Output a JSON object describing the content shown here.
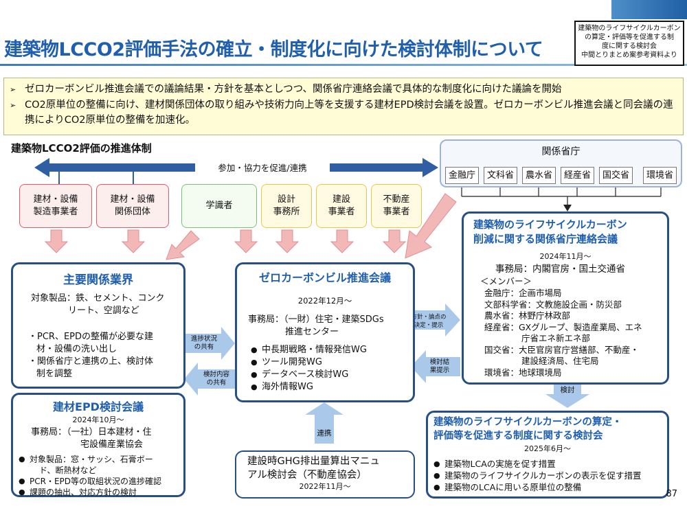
{
  "title": "建築物LCCO2評価手法の確立・制度化に向けた検討体制について",
  "note": [
    "建築物のライフサイクルカーボン",
    "の算定・評価等を促進する制",
    "度に関する検討会",
    "中間とりまとめ案参考資料より"
  ],
  "summary": [
    "ゼロカーボンビル推進会議での議論結果・方針を基本としつつ、関係省庁連絡会議で具体的な制度化に向けた議論を開始",
    "CO2原単位の整備に向け、建材関係団体の取り組みや技術力向上等を支援する建材EPD検討会議を設置。ゼロカーボンビル推進会議と同会議の連携によりCO2原単位の整備を加速化。"
  ],
  "section_title": "建築物LCCO2評価の推進体制",
  "promote_label": "参加・協力を促進/連携",
  "ministries": {
    "title": "関係省庁",
    "items": [
      "金融庁",
      "文科省",
      "農水省",
      "経産省",
      "国交省",
      "環境省"
    ]
  },
  "stakeholders": {
    "makers": [
      "建材・設備",
      "製造事業者"
    ],
    "assoc": [
      "建材・設備",
      "関係団体"
    ],
    "academia": "学識者",
    "design": [
      "設計",
      "事務所"
    ],
    "construction": [
      "建設",
      "事業者"
    ],
    "realestate": [
      "不動産",
      "事業者"
    ]
  },
  "industry": {
    "title": "主要関係業界",
    "products": [
      "対象製品：鉄、セメント、コンク",
      "リート、空調など"
    ],
    "points": [
      [
        "・PCR、EPDの整備が必要な建",
        "材・設備の洗い出し"
      ],
      [
        "・関係省庁と連携の上、検討体",
        "制を調整"
      ]
    ]
  },
  "zcb": {
    "title": "ゼロカーボンビル推進会議",
    "date": "2022年12月～",
    "office": [
      "事務局：（一財）住宅・建築SDGs",
      "推進センター"
    ],
    "wgs": [
      "中長期戦略・情報発信WG",
      "ツール開発WG",
      "データベース検討WG",
      "海外情報WG"
    ]
  },
  "liaison": {
    "title": [
      "建築物のライフサイクルカーボン",
      "削減に関する関係省庁連絡会議"
    ],
    "date": "2024年11月～",
    "office": "事務局：内閣官房・国土交通省",
    "member_label": "＜メンバー＞",
    "members": [
      [
        "金融庁：企画市場局"
      ],
      [
        "文部科学省：文教施設企画・防災部"
      ],
      [
        "農水省：林野庁林政部"
      ],
      [
        "経産省：GXグループ、製造産業局、エネ",
        "庁省エネ新エネ部"
      ],
      [
        "国交省：大臣官房官庁営繕部、不動産・",
        "建設経済局、住宅局"
      ],
      [
        "環境省：地球環境局"
      ]
    ]
  },
  "epd": {
    "title": "建材EPD検討会議",
    "date": "2024年10月～",
    "office": [
      "事務局：（一社）日本建材・住",
      "宅設備産業協会"
    ],
    "items": [
      [
        "対象製品：窓・サッシ、石膏ボー",
        "ド、断熱材など"
      ],
      [
        "PCR・EPD等の取組状況の進捗確認"
      ],
      [
        "課題の抽出、対応方針の検討"
      ]
    ]
  },
  "ghg": {
    "title": [
      "建設時GHG排出量算出マニュ",
      "アル検討会（不動産協会）"
    ],
    "date": "2022年11月～"
  },
  "study": {
    "title": [
      "建築物のライフサイクルカーボンの算定・",
      "評価等を促進する制度に関する検討会"
    ],
    "date": "2025年6月～",
    "items": [
      "建築物LCAの実施を促す措置",
      "建築物のライフサイクルカーボンの表示を促す措置",
      "建築物のLCAに用いる原単位の整備"
    ]
  },
  "flow_labels": {
    "progress": [
      "進捗状況",
      "の共有"
    ],
    "review": [
      "検討内容",
      "の共有"
    ],
    "policy": [
      "方針・論点の",
      "決定・提示"
    ],
    "result": [
      "検討結",
      "果提示"
    ],
    "collab": "連携",
    "consider": "検討"
  },
  "page_number": "87"
}
